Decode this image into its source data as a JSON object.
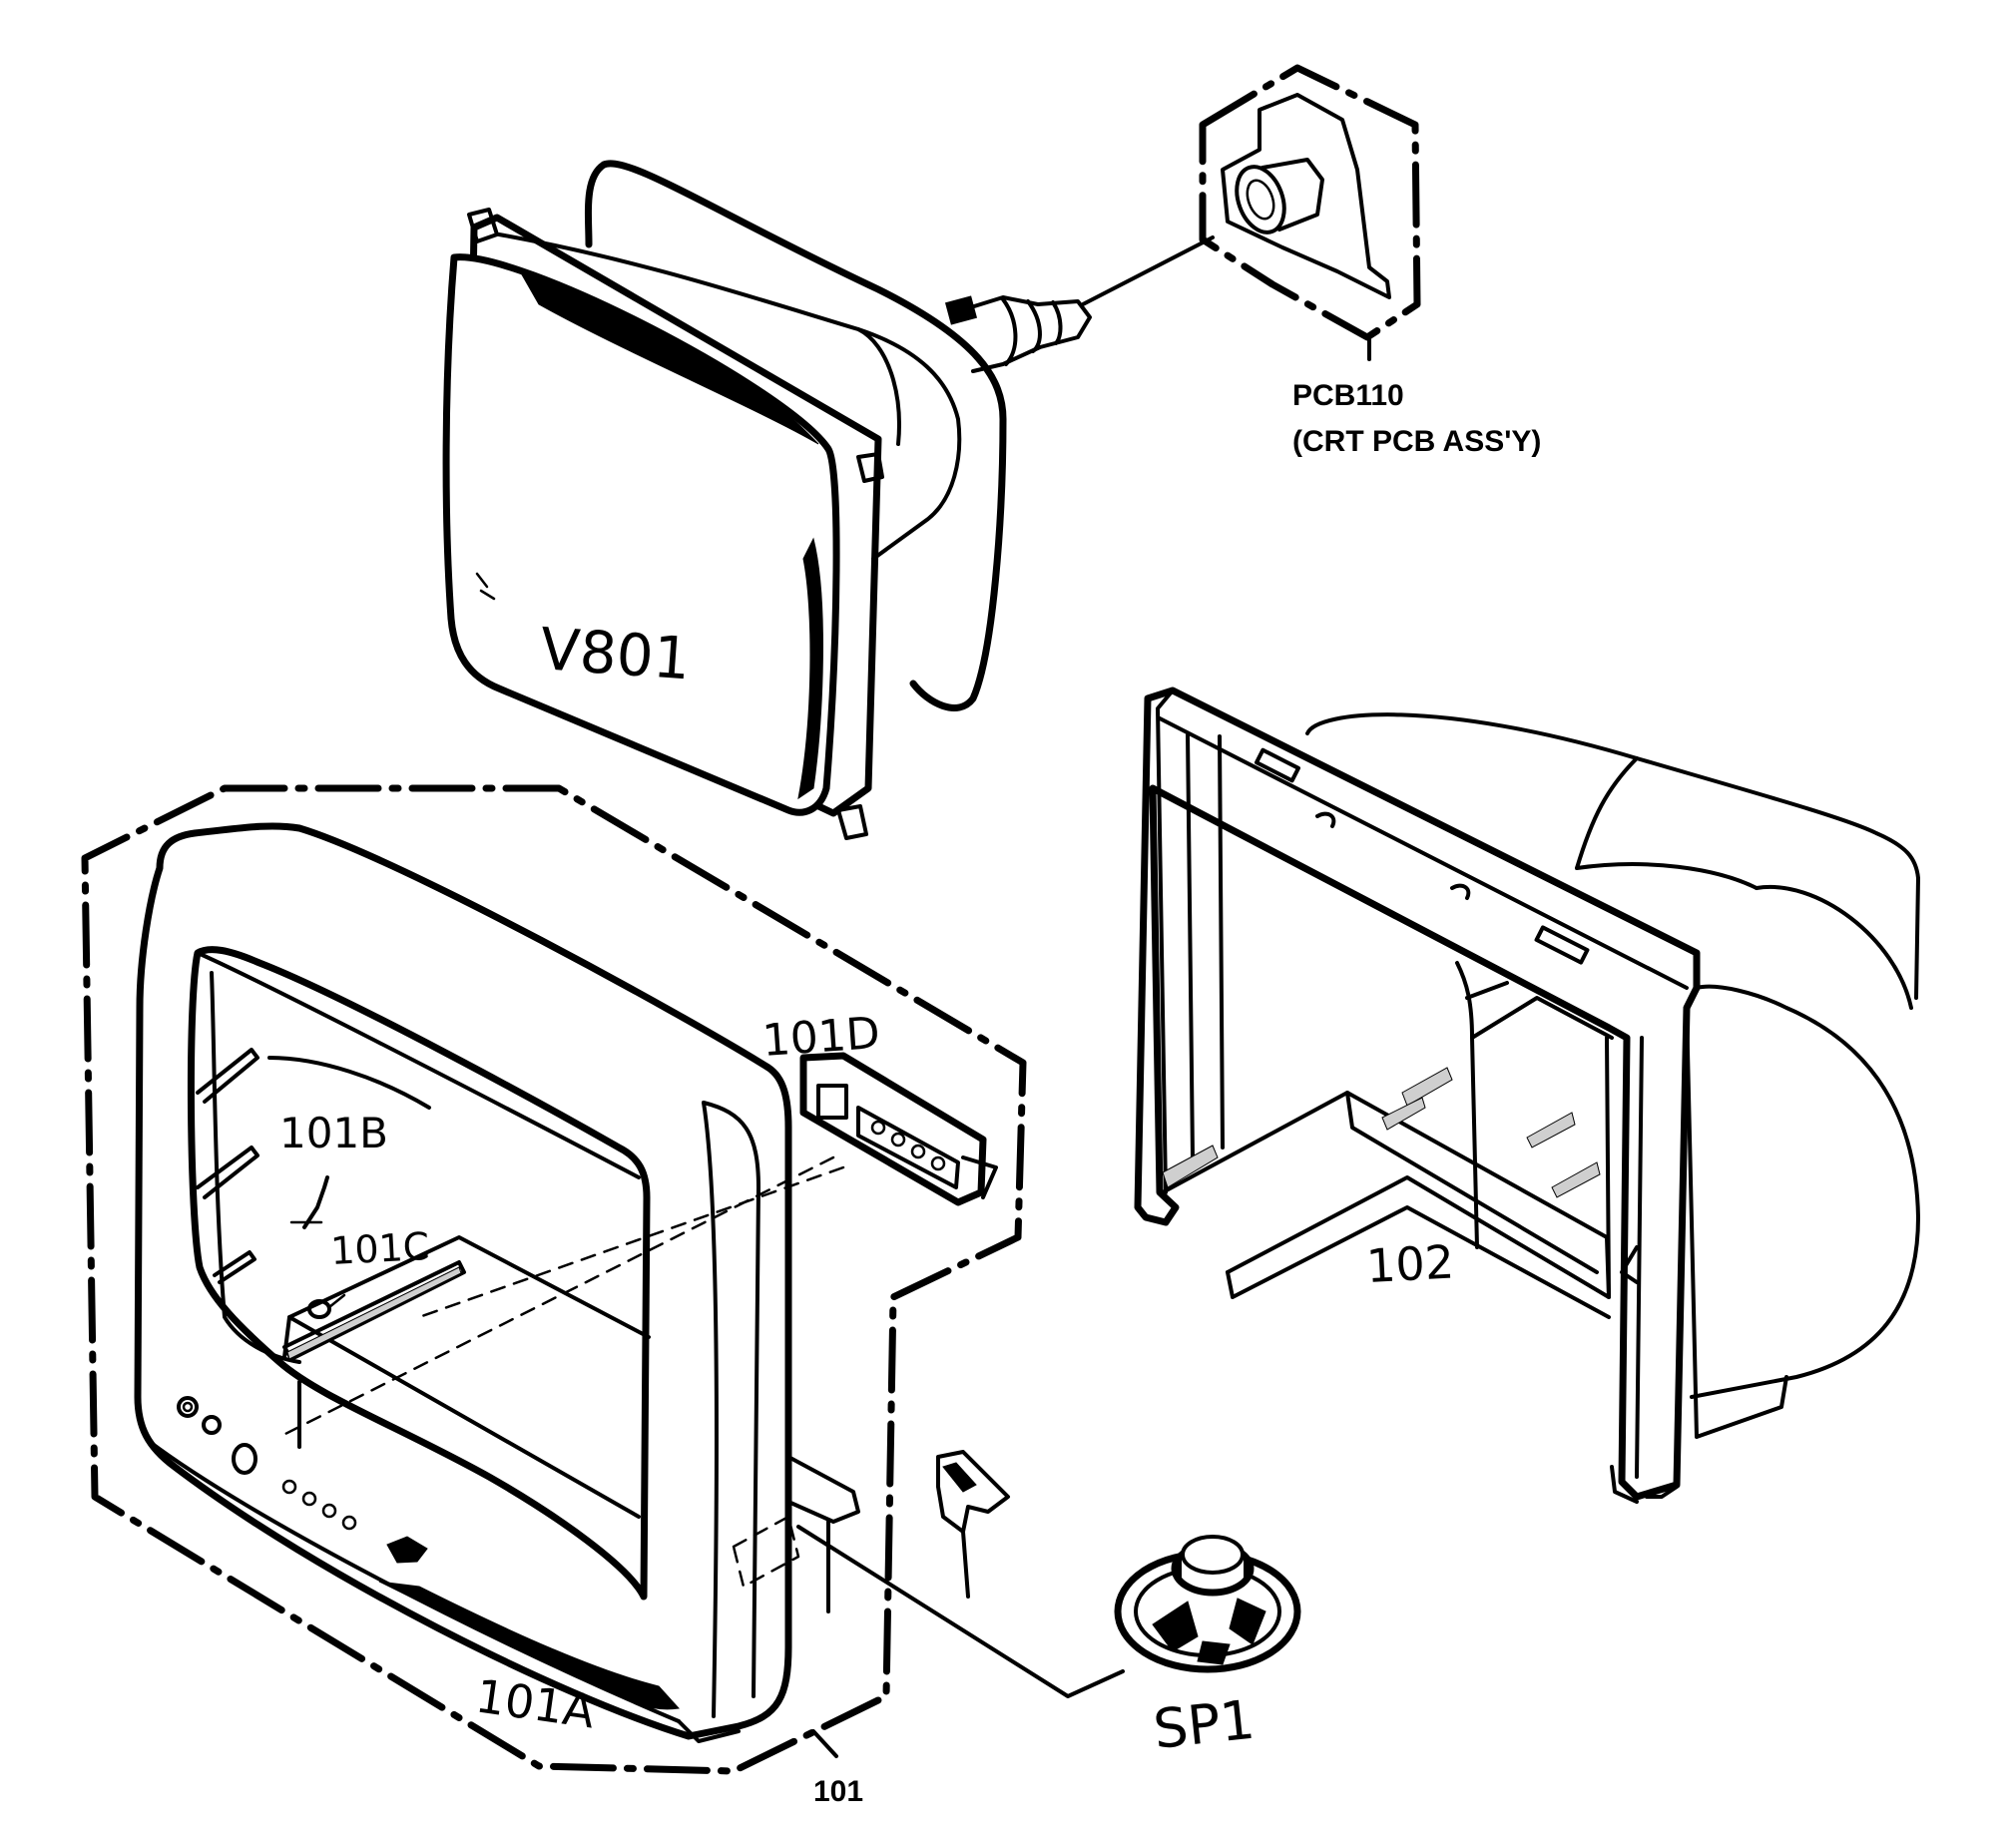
{
  "labels": {
    "crt": "V801",
    "crt_pcb_code": "PCB110",
    "crt_pcb_desc": "(CRT PCB ASS'Y)",
    "front_cabinet_assy": "101",
    "front_cabinet": "101A",
    "part_101b": "101B",
    "part_101c": "101C",
    "part_101d": "101D",
    "back_cover": "102",
    "speaker": "SP1"
  }
}
